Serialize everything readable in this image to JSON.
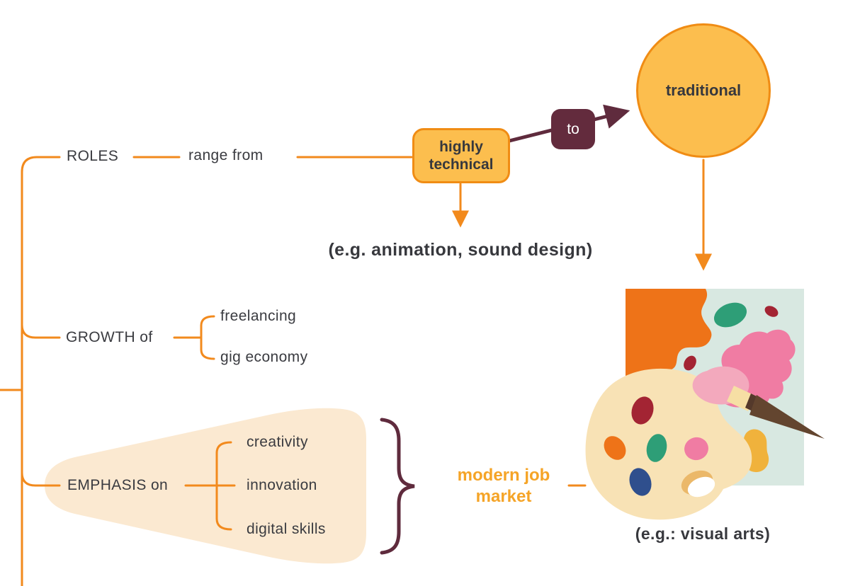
{
  "branches": {
    "roles": {
      "label": "ROLES",
      "connector": "range from",
      "start_node": "highly technical",
      "link": "to",
      "end_node": "traditional",
      "example": "(e.g. animation, sound design)"
    },
    "growth": {
      "label": "GROWTH of",
      "items": [
        {
          "label": "freelancing"
        },
        {
          "label": "gig economy"
        }
      ]
    },
    "emphasis": {
      "label": "EMPHASIS on",
      "items": [
        {
          "label": "creativity"
        },
        {
          "label": "innovation"
        },
        {
          "label": "digital skills"
        }
      ],
      "result": "modern job market",
      "example": "(e.g.: visual arts)"
    }
  },
  "icons": {
    "palette_illustration": "paint-palette-with-brush"
  },
  "colors": {
    "line_orange": "#f28a1d",
    "node_fill": "#fcbe4e",
    "node_border": "#f08c14",
    "maroon": "#5f2b3d",
    "text_dark": "#3a3b40",
    "accent_orange_text": "#f5a427",
    "emphasis_blob_peach": "#fbe9d1",
    "palette_cream": "#f8e2b5",
    "mint_square": "#d8e8e1"
  }
}
